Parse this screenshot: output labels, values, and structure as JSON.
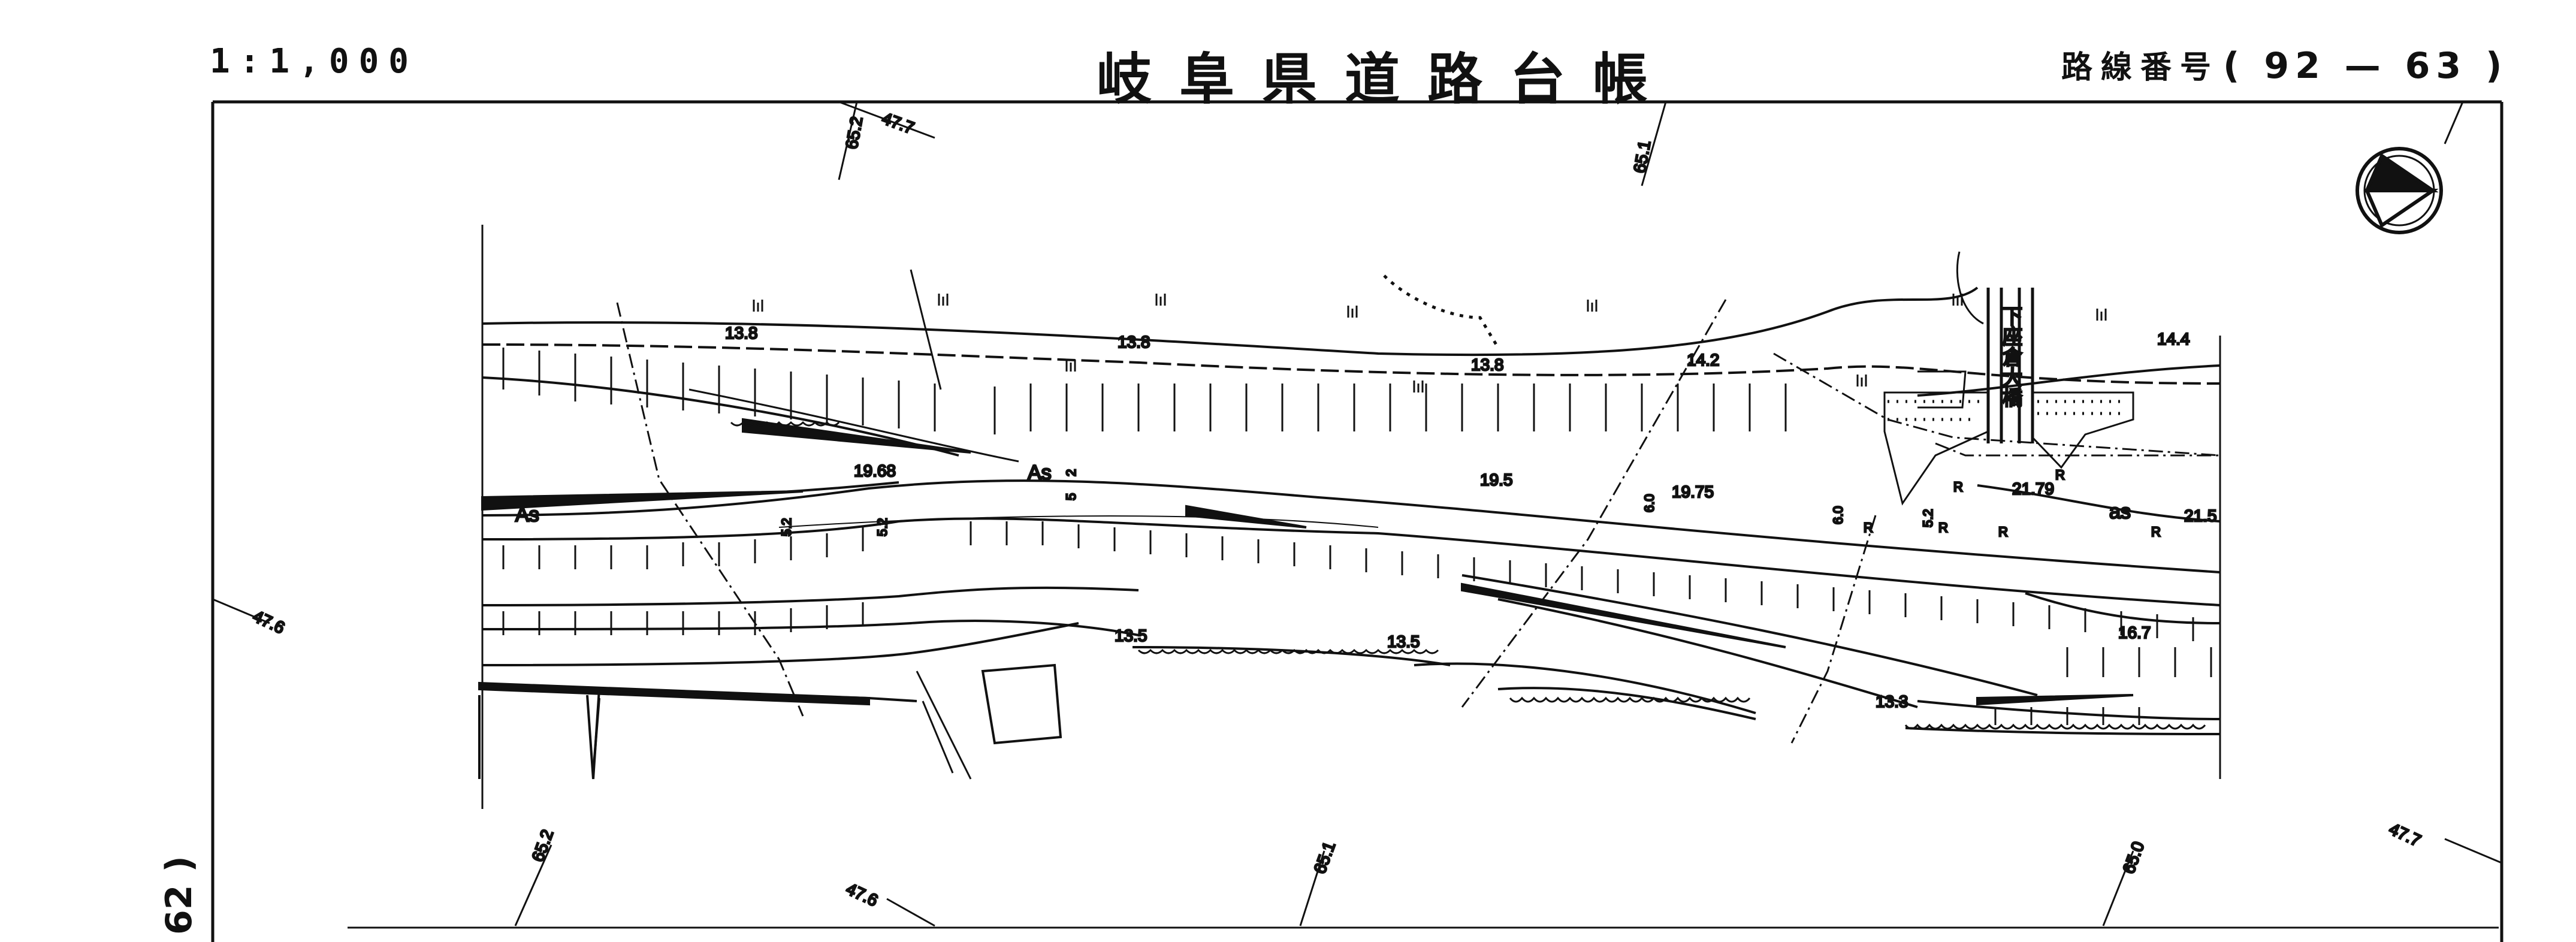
{
  "header": {
    "scale": "1:1,000",
    "title": "岐阜県道路台帳",
    "route_label": "路線番号",
    "route_number": "( 92 — 63 )"
  },
  "side_number": "62 )",
  "bridge_name": "下座倉大橋",
  "coordinate_labels": [
    "47.7",
    "65.2",
    "65.1",
    "47.6",
    "65.2",
    "47.6",
    "65.1",
    "65.0",
    "47.7"
  ],
  "elevations": [
    "13.8",
    "13.8",
    "13.8",
    "14.2",
    "14.4",
    "19.68",
    "19.5",
    "19.75",
    "21.79",
    "21.5",
    "13.5",
    "13.5",
    "16.7",
    "13.3"
  ],
  "widths": [
    "5.2",
    "5.2",
    "5",
    "2",
    "6.0",
    "6.0",
    "5.2"
  ],
  "surface_labels": [
    "As",
    "As",
    "as"
  ],
  "markers": [
    "R",
    "R",
    "R",
    "R",
    "R",
    "R"
  ],
  "north_arrow": "north-arrow"
}
